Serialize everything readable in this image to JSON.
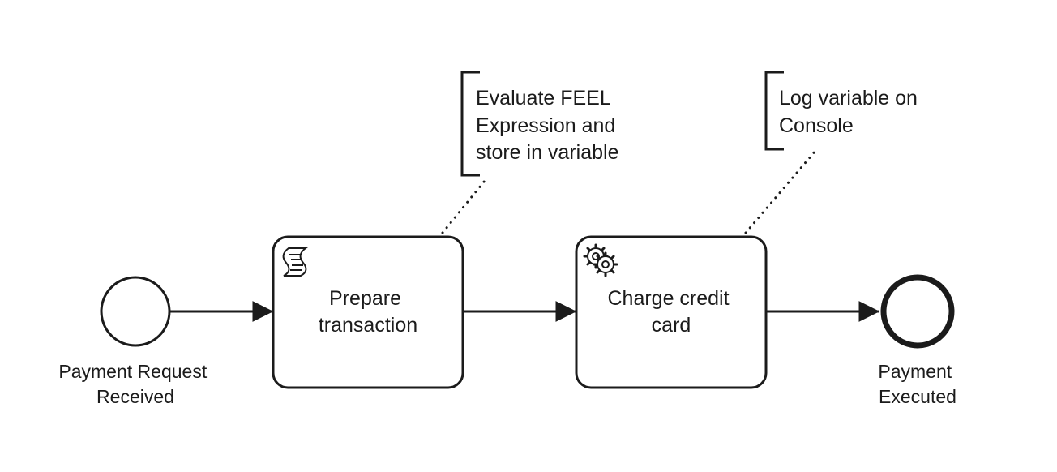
{
  "diagram": {
    "start_event": {
      "label_lines": [
        "Payment Request",
        "Received"
      ]
    },
    "task_prepare": {
      "type": "script-task",
      "icon": "script-icon",
      "label_lines": [
        "Prepare",
        "transaction"
      ]
    },
    "task_charge": {
      "type": "service-task",
      "icon": "gear-icon",
      "label_lines": [
        "Charge credit",
        "card"
      ]
    },
    "end_event": {
      "label_lines": [
        "Payment",
        "Executed"
      ]
    },
    "annotation_feel": {
      "lines": [
        "Evaluate FEEL",
        "Expression and",
        "store in variable"
      ]
    },
    "annotation_log": {
      "lines": [
        "Log variable on",
        "Console"
      ]
    },
    "colors": {
      "stroke": "#1b1b1b",
      "background": "#ffffff"
    }
  }
}
